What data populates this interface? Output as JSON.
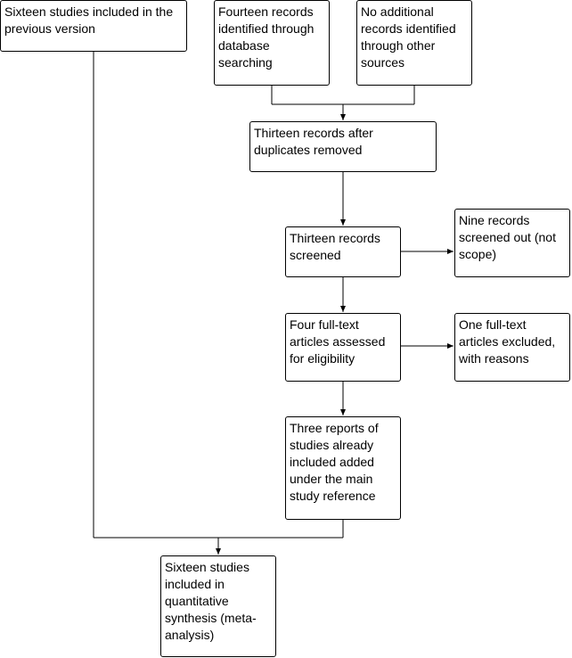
{
  "boxes": {
    "previous_version": "Sixteen studies included in the previous version",
    "database_search": "Fourteen records identified through database searching",
    "other_sources": "No additional records identified through other sources",
    "after_duplicates": "Thirteen records after duplicates removed",
    "screened": "Thirteen records screened",
    "screened_out": "Nine records screened out (not scope)",
    "fulltext_assessed": "Four full-text articles assessed for eligibility",
    "fulltext_excluded": "One full-text articles excluded, with reasons",
    "reports_added": "Three reports of studies already included added under the main study reference",
    "quantitative": "Sixteen studies included in quantitative synthesis (meta-analysis)"
  },
  "colors": {
    "line": "#000000",
    "box_border": "#000000",
    "background": "#ffffff"
  }
}
